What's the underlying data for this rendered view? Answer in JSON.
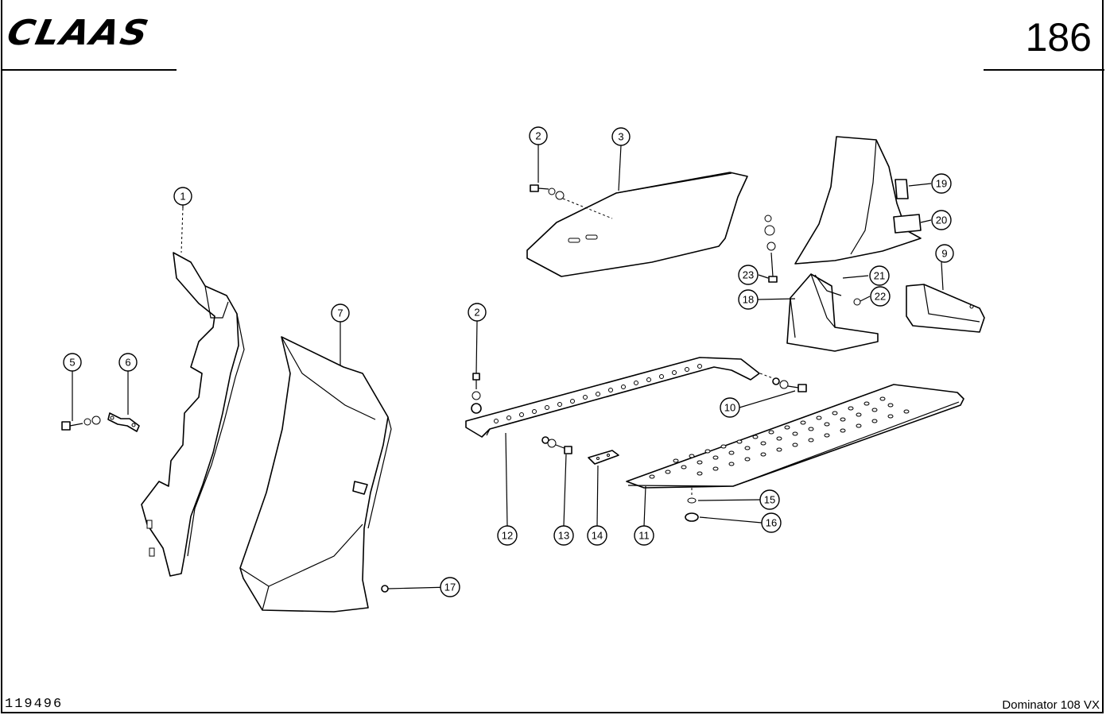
{
  "header": {
    "brand": "CLAAS",
    "page_number": "186"
  },
  "footer": {
    "document_number": "119496",
    "model": "Dominator 108 VX"
  },
  "callouts": {
    "c1": "1",
    "c2a": "2",
    "c2b": "2",
    "c3": "3",
    "c5": "5",
    "c6": "6",
    "c7": "7",
    "c9": "9",
    "c10": "10",
    "c11": "11",
    "c12": "12",
    "c13": "13",
    "c14": "14",
    "c15": "15",
    "c16": "16",
    "c17": "17",
    "c18": "18",
    "c19": "19",
    "c20": "20",
    "c21": "21",
    "c22": "22",
    "c23": "23"
  }
}
